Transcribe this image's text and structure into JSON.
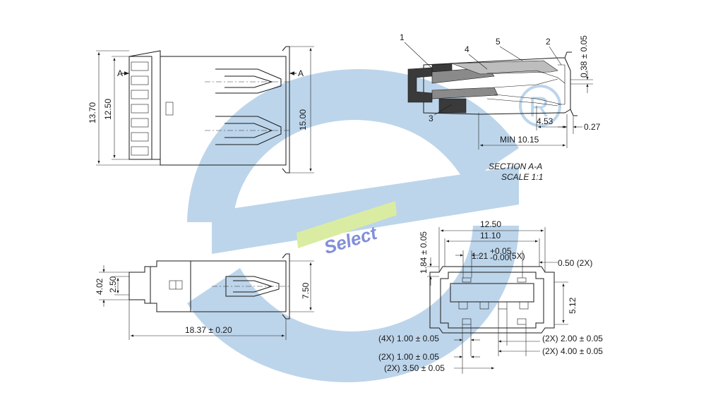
{
  "watermark": {
    "brand_text": "Select",
    "color_blue": "#b9d3ea",
    "color_green": "#d9ec9c",
    "color_text": "#7c8ad6"
  },
  "top_view": {
    "dim_13_70": "13.70",
    "dim_12_50": "12.50",
    "dim_15_00": "15.00",
    "section_mark_left": "A",
    "section_mark_right": "A"
  },
  "section_view": {
    "callouts": [
      "1",
      "2",
      "3",
      "4",
      "5"
    ],
    "dim_038": "0.38 ± 0.05",
    "dim_453": "4.53",
    "dim_027": "0.27",
    "dim_min": "MIN 10.15",
    "title": "SECTION  A-A",
    "scale": "SCALE  1:1"
  },
  "side_view": {
    "dim_402": "4.02",
    "dim_250": "2.50",
    "dim_750": "7.50",
    "dim_length": "18.37 ± 0.20"
  },
  "front_view": {
    "dim_1250": "12.50",
    "dim_1110": "11.10",
    "dim_184": "1.84 ± 0.05",
    "dim_121_main": "1.21",
    "dim_121_tol_upper": "+0.05",
    "dim_121_tol_lower": "-0.00",
    "dim_121_count": "(5X)",
    "dim_050": "0.50  (2X)",
    "dim_512": "5.12",
    "dim_4x100": "(4X)  1.00 ± 0.05",
    "dim_2x200": "(2X)  2.00 ± 0.05",
    "dim_2x100": "(2X)  1.00 ± 0.05",
    "dim_2x400": "(2X)  4.00 ± 0.05",
    "dim_2x350": "(2X)  3.50 ± 0.05"
  }
}
